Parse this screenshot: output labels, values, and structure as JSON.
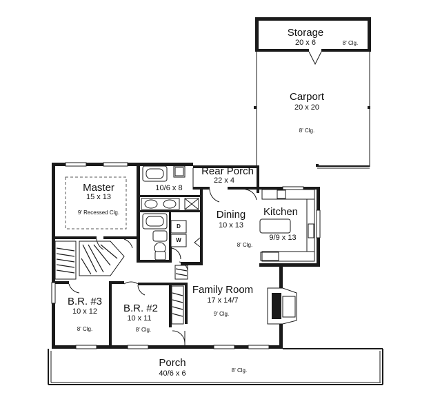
{
  "rooms": {
    "storage": {
      "name": "Storage",
      "size": "20 x 6",
      "ceiling": "8' Clg."
    },
    "carport": {
      "name": "Carport",
      "size": "20 x 20",
      "ceiling": "8' Clg."
    },
    "rear_porch": {
      "name": "Rear Porch",
      "size": "22 x 4"
    },
    "master": {
      "name": "Master",
      "size": "15 x 13",
      "ceiling": "9' Recessed Clg."
    },
    "master_bath": {
      "size": "10/6 x 8"
    },
    "dining": {
      "name": "Dining",
      "size": "10 x 13",
      "ceiling": "8' Clg."
    },
    "kitchen": {
      "name": "Kitchen",
      "size": "9/9 x 13"
    },
    "family_room": {
      "name": "Family Room",
      "size": "17 x 14/7",
      "ceiling": "9' Clg."
    },
    "br3": {
      "name": "B.R. #3",
      "size": "10 x 12",
      "ceiling": "8' Clg."
    },
    "br2": {
      "name": "B.R. #2",
      "size": "10 x 11",
      "ceiling": "8' Clg."
    },
    "porch": {
      "name": "Porch",
      "size": "40/6 x 6",
      "ceiling": "8' Clg."
    }
  },
  "laundry": {
    "dryer": "D",
    "washer": "W"
  }
}
